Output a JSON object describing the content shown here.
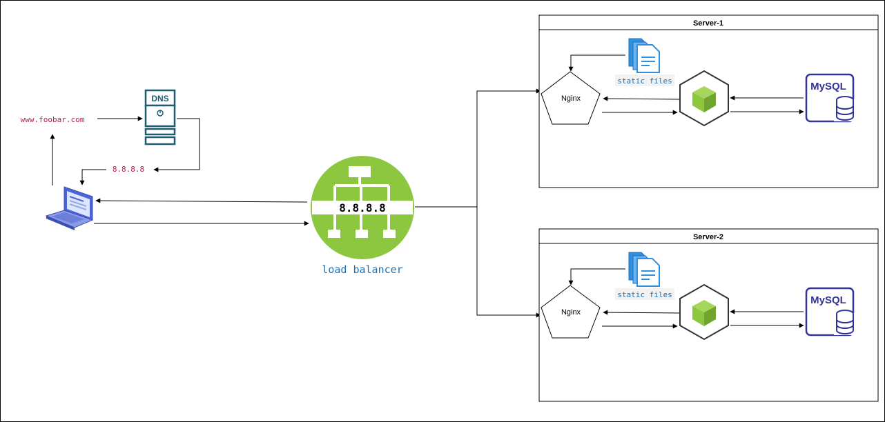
{
  "client": {
    "domain_label": "www.foobar.com",
    "resolved_ip_label": "8.8.8.8",
    "laptop_icon": "laptop-icon"
  },
  "dns": {
    "label": "DNS",
    "icon": "dns-server-icon"
  },
  "load_balancer": {
    "ip_label": "8.8.8.8",
    "caption": "load balancer",
    "icon": "load-balancer-icon",
    "color": "#8DC63F"
  },
  "servers": [
    {
      "title": "Server-1",
      "web_server_label": "Nginx",
      "static_files_label": "static files",
      "db_label": "MySQL",
      "app_icon": "nodejs-app-icon"
    },
    {
      "title": "Server-2",
      "web_server_label": "Nginx",
      "static_files_label": "static files",
      "db_label": "MySQL",
      "app_icon": "nodejs-app-icon"
    }
  ],
  "colors": {
    "dns_teal": "#1B5E72",
    "file_blue": "#2F8FE0",
    "mysql_purple": "#33339A",
    "code_red": "#B5224B",
    "caption_blue": "#1F6FB2",
    "node_green": "#8DC63F"
  }
}
